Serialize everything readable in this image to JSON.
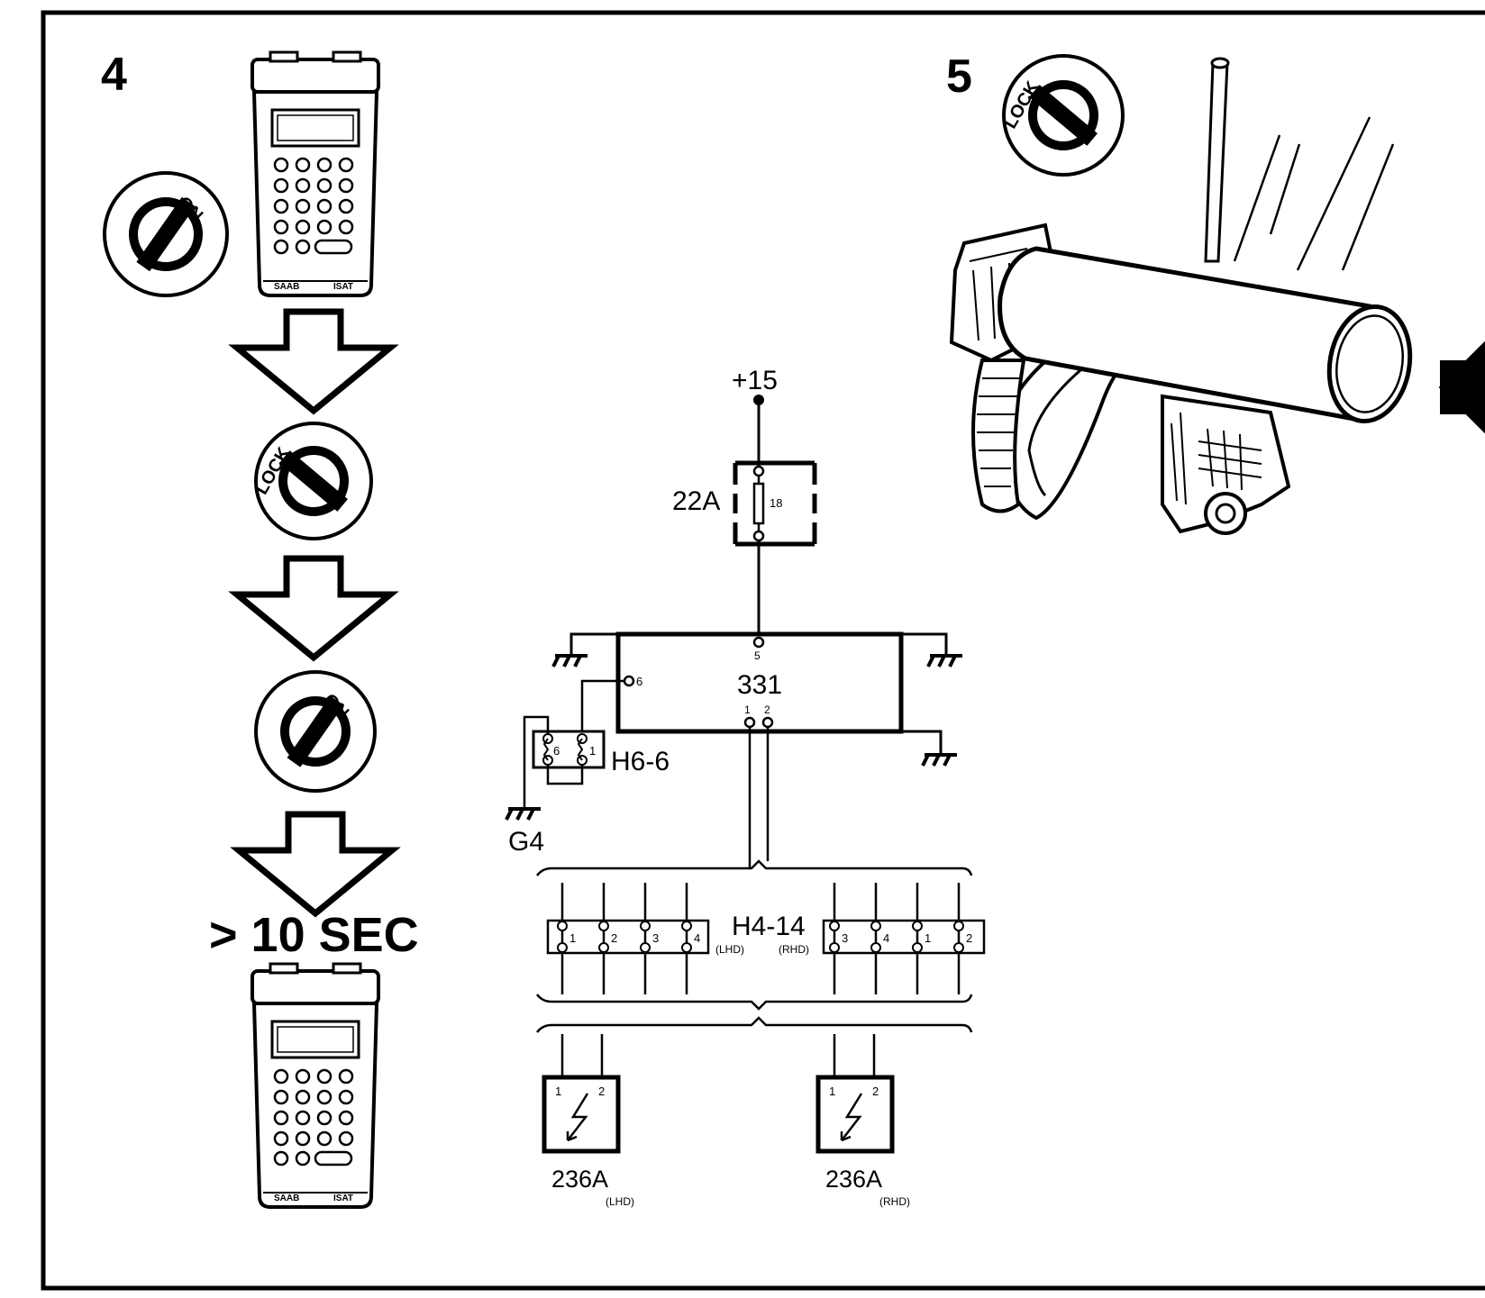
{
  "steps": {
    "step4": "4",
    "step5": "5",
    "duration": "> 10 SEC"
  },
  "switch_positions": {
    "on": "ON",
    "lock": "LOCK"
  },
  "tester": {
    "left_label": "SAAB",
    "right_label": "ISAT"
  },
  "schematic": {
    "supply": "+15",
    "fuse_label": "22A",
    "fuse_number": "18",
    "control_unit": "331",
    "cu_pin_supply": "5",
    "cu_pin_6": "6",
    "cu_pin_1": "1",
    "cu_pin_2": "2",
    "connector_h6": "H6-6",
    "h6_pin_a": "6",
    "h6_pin_b": "1",
    "ground": "G4",
    "connector_h4": "H4-14",
    "lhd": "(LHD)",
    "rhd": "(RHD)",
    "h4_lhd_pins": [
      "1",
      "2",
      "3",
      "4"
    ],
    "h4_rhd_pins": [
      "3",
      "4",
      "1",
      "2"
    ],
    "antenna_lhd": "236A",
    "antenna_rhd": "236A",
    "antenna_pin_1": "1",
    "antenna_pin_2": "2"
  },
  "icons": [
    "ignition-switch-icon",
    "diagnostic-tester-icon",
    "down-arrow-icon",
    "ground-icon",
    "fuse-icon",
    "antenna-icon",
    "steering-lock-icon"
  ]
}
